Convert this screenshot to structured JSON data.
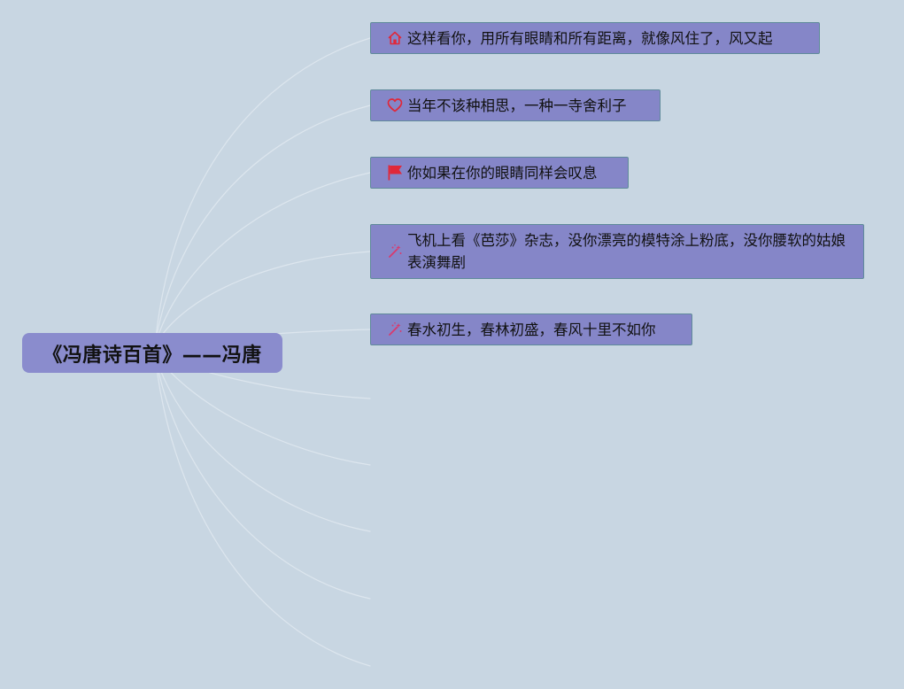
{
  "root": {
    "label": "《冯唐诗百首》——冯唐"
  },
  "branches": [
    {
      "icon": "home-icon",
      "text": "这样看你，用所有眼睛和所有距离，就像风住了，风又起"
    },
    {
      "icon": "heart-icon",
      "text": "当年不该种相思，一种一寺舍利子"
    },
    {
      "icon": "flag-icon",
      "text": "你如果在你的眼睛同样会叹息"
    },
    {
      "icon": "magic-wand-icon",
      "text": "飞机上看《芭莎》杂志，没你漂亮的模特涂上粉底，没你腰软的姑娘表演舞剧"
    },
    {
      "icon": "magic-wand-icon",
      "text": "春水初生，春林初盛，春风十里不如你"
    }
  ],
  "colors": {
    "background": "#c8d6e2",
    "node_fill": "#8586c8",
    "root_fill": "#8a8ccd",
    "node_border": "#5f8a9a",
    "icon_red": "#e0283a",
    "connector": "#dde6ee"
  }
}
